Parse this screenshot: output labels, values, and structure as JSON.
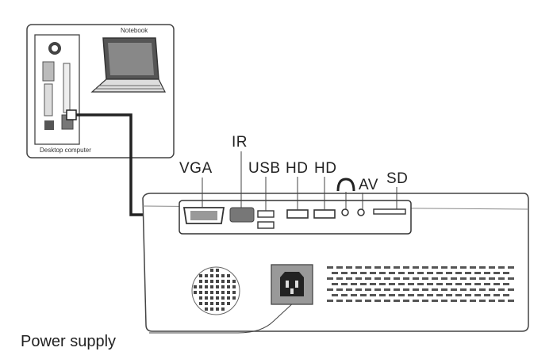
{
  "diagram": {
    "labels": {
      "notebook": "Notebook",
      "desktop": "Desktop computer",
      "vga": "VGA",
      "ir": "IR",
      "usb": "USB",
      "hd1": "HD",
      "hd2": "HD",
      "av": "AV",
      "sd": "SD",
      "power": "Power supply"
    },
    "icons": {
      "headphone": "headphone-icon"
    }
  }
}
